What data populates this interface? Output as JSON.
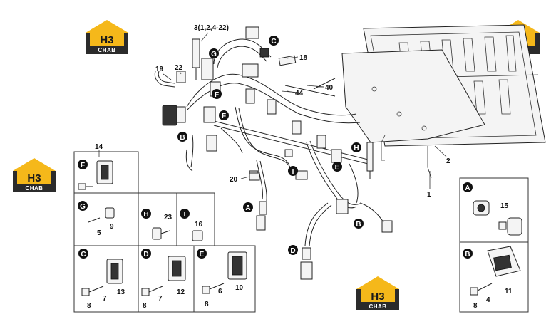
{
  "logo": {
    "mark": "H3",
    "text": "CHAB",
    "colors": {
      "yellow": "#f5b81a",
      "dark": "#2b2b2b"
    }
  },
  "callouts": [
    "A",
    "B",
    "C",
    "D",
    "E",
    "F",
    "G",
    "H",
    "I"
  ],
  "main_labels": {
    "l3": "3(1,2,4-22)",
    "l18": "18",
    "l19": "19",
    "l22": "22",
    "l44": "44",
    "l40": "40",
    "l2": "2",
    "l1": "1",
    "l20": "20"
  },
  "detail_labels": {
    "p14": "14",
    "p23": "23",
    "p16": "16",
    "p5": "5",
    "p9": "9",
    "p13": "13",
    "p7a": "7",
    "p8a": "8",
    "p12": "12",
    "p7b": "7",
    "p8b": "8",
    "p10": "10",
    "p6": "6",
    "p8c": "8",
    "p15": "15",
    "p11": "11",
    "p4": "4",
    "p8d": "8"
  }
}
